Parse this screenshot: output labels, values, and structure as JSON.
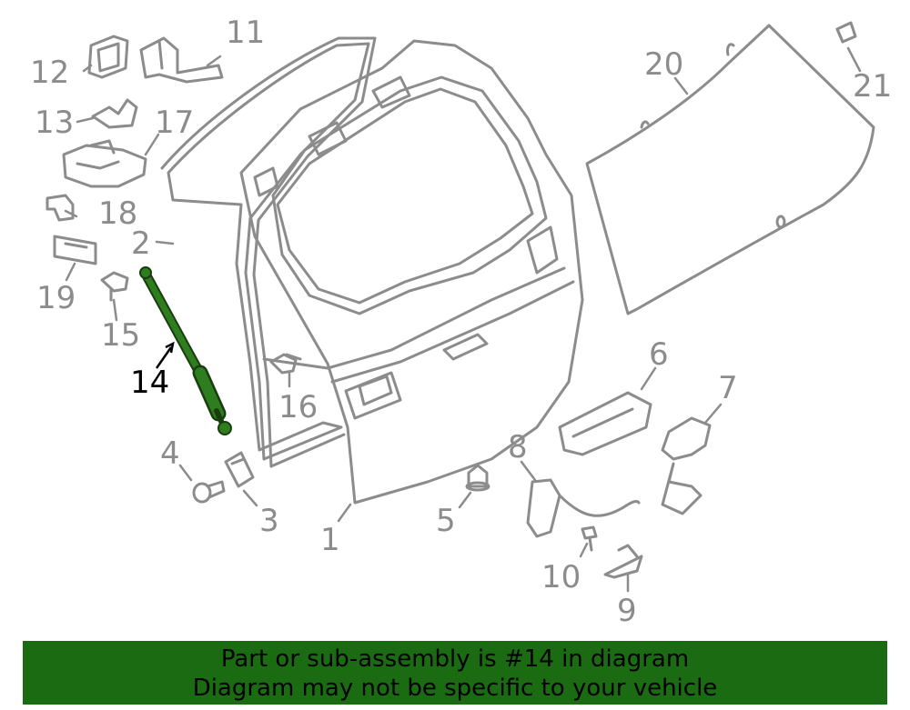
{
  "diagram": {
    "callouts": [
      {
        "num": "1"
      },
      {
        "num": "2"
      },
      {
        "num": "3"
      },
      {
        "num": "4"
      },
      {
        "num": "5"
      },
      {
        "num": "6"
      },
      {
        "num": "7"
      },
      {
        "num": "8"
      },
      {
        "num": "9"
      },
      {
        "num": "10"
      },
      {
        "num": "11"
      },
      {
        "num": "12"
      },
      {
        "num": "13"
      },
      {
        "num": "14"
      },
      {
        "num": "15"
      },
      {
        "num": "16"
      },
      {
        "num": "17"
      },
      {
        "num": "18"
      },
      {
        "num": "19"
      },
      {
        "num": "20"
      },
      {
        "num": "21"
      }
    ],
    "highlighted_part": "14",
    "colors": {
      "line": "#8c8c8c",
      "highlight": "#1a6b12",
      "banner": "#1a6b12"
    }
  },
  "banner": {
    "line1": "Part or sub-assembly is #14 in diagram",
    "line2": "Diagram may not be specific to your vehicle"
  }
}
